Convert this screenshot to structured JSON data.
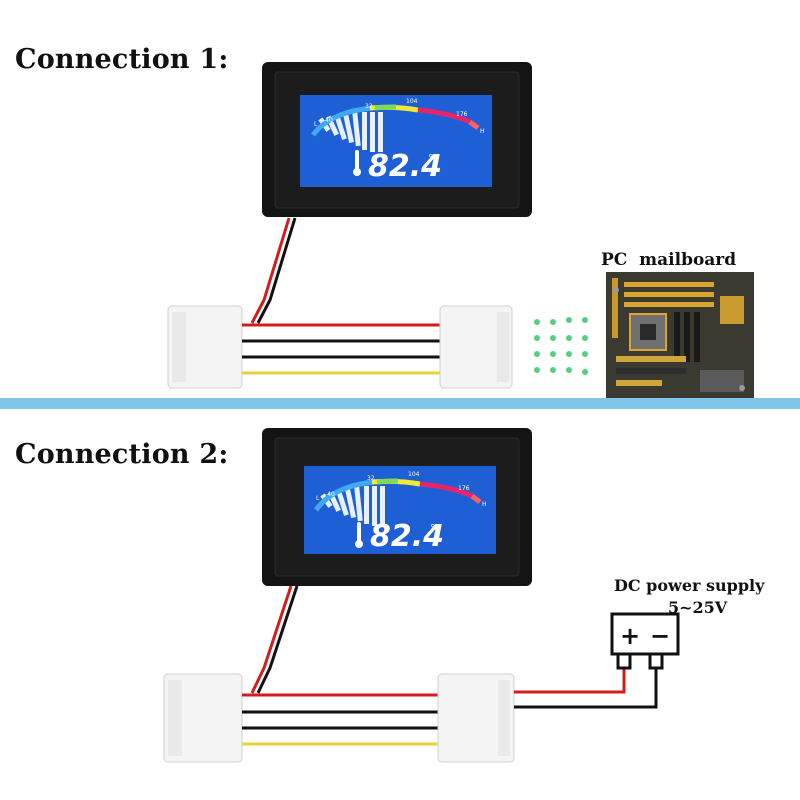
{
  "section1": {
    "heading": "Connection 1:",
    "target_label": "PC  mailboard"
  },
  "section2": {
    "heading": "Connection 2:",
    "target_label_line1": "DC power supply",
    "target_label_line2": "5~25V",
    "plus_sign": "+",
    "minus_sign": "−"
  },
  "display": {
    "reading": "82.4",
    "unit": "°F",
    "scale_ticks": [
      "-40",
      "32",
      "104",
      "176"
    ],
    "low_mark": "L",
    "high_mark": "H"
  },
  "colors": {
    "lcd_background": "#1f5fd6",
    "divider": "#7fc6ea",
    "wire_red": "#d41c1c",
    "wire_black": "#111111",
    "wire_yellow": "#e8d23a"
  }
}
